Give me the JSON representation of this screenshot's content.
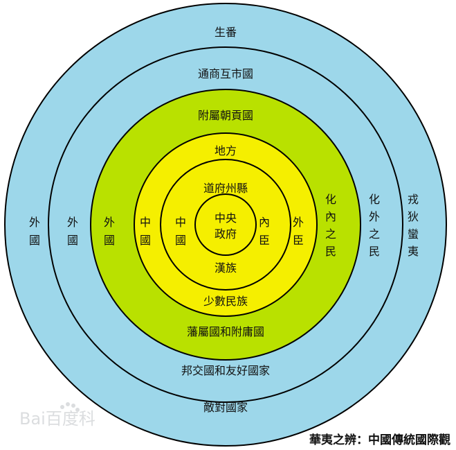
{
  "rings": [
    {
      "id": "outer",
      "color": "#9dd7ea"
    },
    {
      "id": "trade",
      "color": "#9dd7ea"
    },
    {
      "id": "tributary",
      "color": "#b9e100"
    },
    {
      "id": "local",
      "color": "#f5ef00"
    },
    {
      "id": "inner",
      "color": "#f5ef00"
    },
    {
      "id": "core",
      "color": "#f5ef00"
    }
  ],
  "labels": {
    "shengfan": "生番",
    "tongshang": "通商互市國",
    "fushu_chaogong": "附屬朝貢國",
    "difang": "地方",
    "daofu_zhouxian": "道府州縣",
    "zhongyang_1": "中央",
    "zhongyang_2": "政府",
    "hanzu": "漢族",
    "shaoshu_minzu": "少數民族",
    "fanshu_fuyong": "藩屬國和附庸國",
    "bangjiao_youhao": "邦交國和友好國家",
    "didui_guojia": "敵對國家",
    "waiguo_1a": "外",
    "waiguo_1b": "國",
    "waiguo_2a": "外",
    "waiguo_2b": "國",
    "waiguo_3a": "外",
    "waiguo_3b": "國",
    "zhongguo_1a": "中",
    "zhongguo_1b": "國",
    "zhongguo_2a": "中",
    "zhongguo_2b": "國",
    "neichen_a": "內",
    "neichen_b": "臣",
    "waichen_a": "外",
    "waichen_b": "臣",
    "huanei_a": "化",
    "huanei_b": "內",
    "huanei_c": "之",
    "huanei_d": "民",
    "huawai_a": "化",
    "huawai_b": "外",
    "huawai_c": "之",
    "huawai_d": "民",
    "rongdi_a": "戎",
    "rongdi_b": "狄",
    "rongdi_c": "蠻",
    "rongdi_d": "夷"
  },
  "caption": "華夷之辨：中國傳統國際觀",
  "watermark": "Bai百度科"
}
